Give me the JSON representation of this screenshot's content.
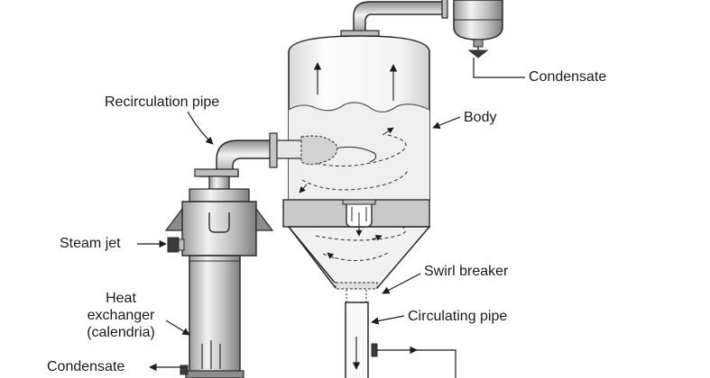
{
  "labels": {
    "condensate_top": "Condensate",
    "recirculation_pipe": "Recirculation pipe",
    "body": "Body",
    "steam_jet": "Steam jet",
    "swirl_breaker": "Swirl breaker",
    "circulating_pipe": "Circulating pipe",
    "heat_line1": "Heat",
    "heat_line2": "exchanger",
    "heat_line3": "(calendria)",
    "condensate_bottom": "Condensate"
  },
  "colors": {
    "line": "#2a2a2a",
    "metal_light": "#e9e9e9",
    "metal_mid": "#c4c4c4",
    "metal_dark": "#8c8c8c",
    "background": "#ffffff"
  }
}
